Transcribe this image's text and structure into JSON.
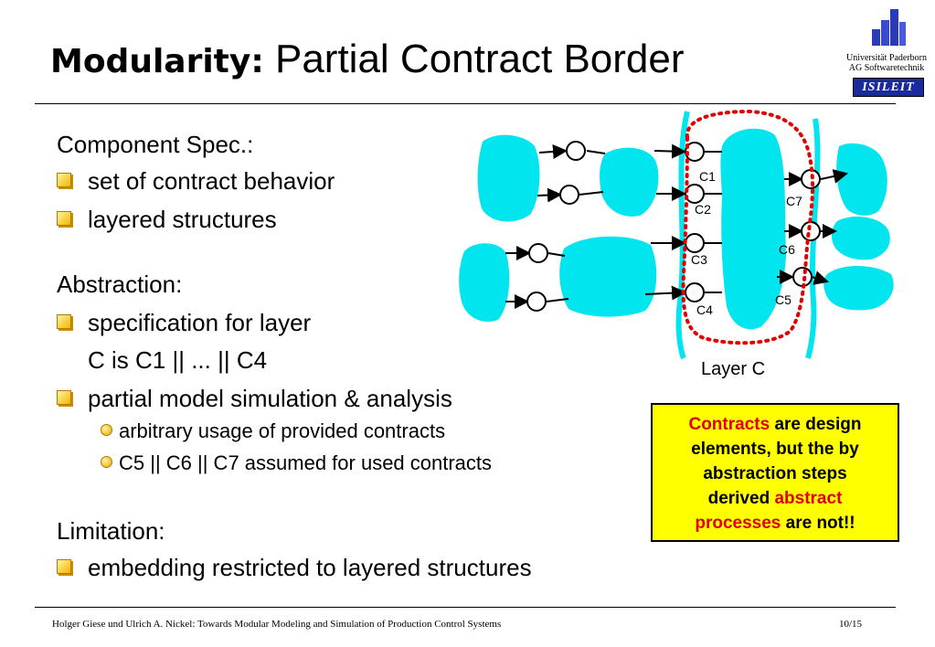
{
  "header": {
    "title_bold": "Modularity:",
    "title_rest": " Partial Contract Border",
    "university": "Universität Paderborn",
    "group": "AG Softwaretechnik",
    "logo_badge": "ISILEIT"
  },
  "content": {
    "sections": [
      {
        "heading": "Component Spec.:",
        "bullets": [
          "set of contract behavior",
          "layered structures"
        ]
      },
      {
        "heading": "Abstraction:",
        "bullets": [
          "specification for layer",
          "C is C1 || ... || C4",
          "partial model simulation & analysis"
        ],
        "subbullets": [
          "arbitrary usage of provided contracts",
          "C5 || C6 || C7 assumed for used contracts"
        ]
      },
      {
        "heading": "Limitation:",
        "bullets": [
          "embedding restricted to layered structures"
        ]
      }
    ]
  },
  "diagram": {
    "contract_labels": [
      "C1",
      "C2",
      "C3",
      "C4",
      "C5",
      "C6",
      "C7"
    ],
    "layer_label": "Layer C",
    "colors": {
      "component": "#00e5ee",
      "border": "#e00000",
      "note_bg": "#ffff00",
      "emphasis": "#e00000"
    }
  },
  "note": {
    "w1": "Contracts",
    "w2": " are design",
    "w3": "elements, but the by",
    "w4": "abstraction steps",
    "w5": "derived ",
    "w6": "abstract",
    "w7": "processes",
    "w8": " are not!!"
  },
  "footer": {
    "citation": "Holger Giese und Ulrich A. Nickel: Towards Modular Modeling and Simulation of Production Control Systems",
    "page": "10/15"
  }
}
